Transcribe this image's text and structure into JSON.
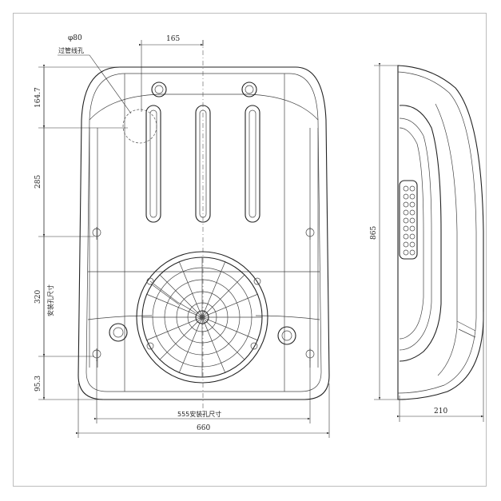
{
  "dimensions": {
    "hole_diameter": "φ80",
    "hole_label": "过管线孔",
    "top_spacing": "165",
    "left_upper": "164.7",
    "left_middle": "285",
    "left_mount": "320",
    "left_mount_label": "安装孔尺寸",
    "left_bottom": "95.3",
    "bottom_mount": "555安装孔尺寸",
    "bottom_total": "660",
    "side_height": "865",
    "side_depth": "210"
  }
}
